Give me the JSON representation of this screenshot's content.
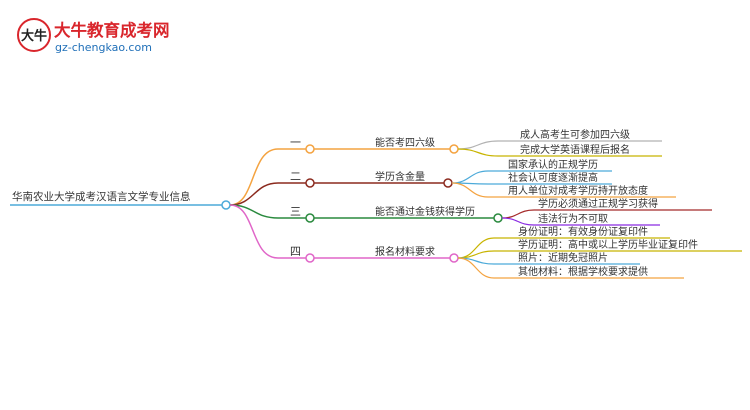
{
  "logo": {
    "title": "大牛教育成考网",
    "url": "gz-chengkao.com",
    "emblem_text": "大牛",
    "title_color": "#d9262c",
    "url_color": "#1f6fb8"
  },
  "root": {
    "label": "华南农业大学成考汉语言文学专业信息"
  },
  "branches": [
    {
      "number": "一",
      "label": "能否考四六级",
      "color": "#f4a340",
      "children": [
        {
          "label": "成人高考生可参加四六级",
          "color": "#b2b2b2"
        },
        {
          "label": "完成大学英语课程后报名",
          "color": "#c8b400"
        }
      ]
    },
    {
      "number": "二",
      "label": "学历含金量",
      "color": "#8b2a1e",
      "children": [
        {
          "label": "国家承认的正规学历",
          "color": "#4caad9"
        },
        {
          "label": "社会认可度逐渐提高",
          "color": "#4caad9"
        },
        {
          "label": "用人单位对成考学历持开放态度",
          "color": "#f4a340"
        }
      ]
    },
    {
      "number": "三",
      "label": "能否通过金钱获得学历",
      "color": "#2a8a3e",
      "children": [
        {
          "label": "学历必须通过正规学习获得",
          "color": "#a52a2a"
        },
        {
          "label": "违法行为不可取",
          "color": "#8a2be2"
        }
      ]
    },
    {
      "number": "四",
      "label": "报名材料要求",
      "color": "#e066c8",
      "children": [
        {
          "label": "身份证明：有效身份证复印件",
          "color": "#c8b400"
        },
        {
          "label": "学历证明：高中或以上学历毕业证复印件",
          "color": "#c8b400"
        },
        {
          "label": "照片：近期免冠照片",
          "color": "#4caad9"
        },
        {
          "label": "其他材料：根据学校要求提供",
          "color": "#f4a340"
        }
      ]
    }
  ]
}
